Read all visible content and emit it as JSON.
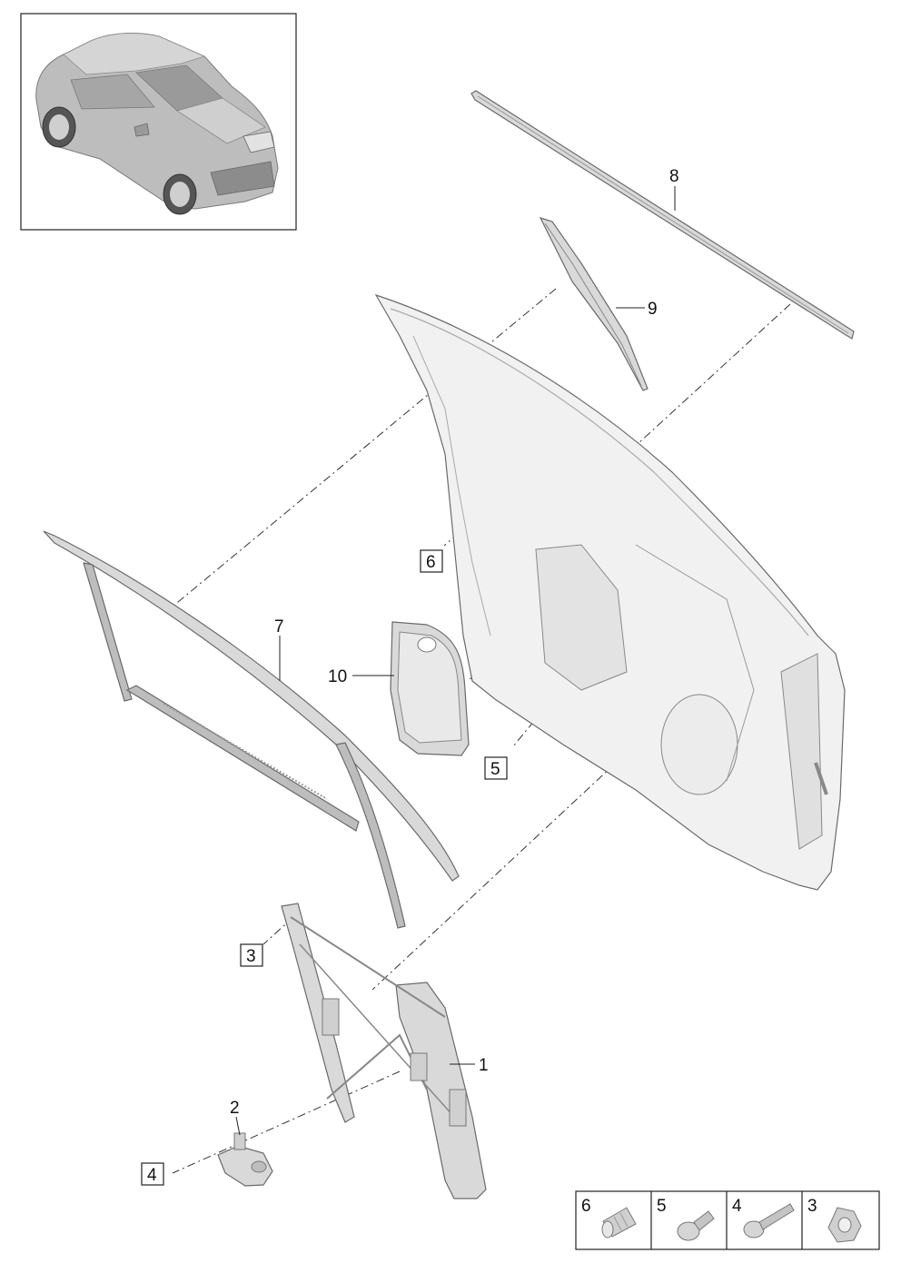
{
  "callouts": {
    "c1": "1",
    "c2": "2",
    "c3": "3",
    "c4": "4",
    "c5": "5",
    "c6": "6",
    "c7": "7",
    "c8": "8",
    "c9": "9",
    "c10": "10"
  },
  "fastener_table": [
    {
      "label": "6",
      "icon": "threaded-sleeve-icon"
    },
    {
      "label": "5",
      "icon": "shoulder-screw-icon"
    },
    {
      "label": "4",
      "icon": "bolt-icon"
    },
    {
      "label": "3",
      "icon": "hex-nut-icon"
    }
  ],
  "colors": {
    "line": "#222222",
    "part_fill": "#e6e6e6",
    "car_fill": "#b9b9b9"
  }
}
